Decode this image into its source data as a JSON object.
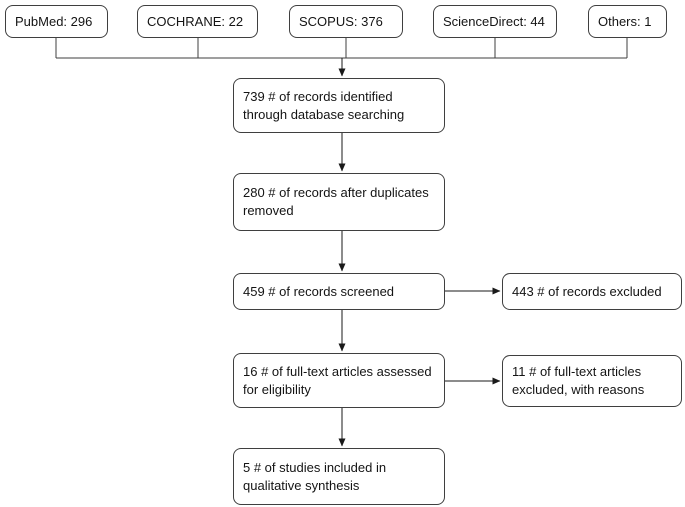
{
  "sources": [
    {
      "label": "PubMed: 296"
    },
    {
      "label": "COCHRANE: 22"
    },
    {
      "label": "SCOPUS: 376"
    },
    {
      "label": "ScienceDirect: 44"
    },
    {
      "label": "Others: 1"
    }
  ],
  "flow": [
    {
      "label": "739 # of records identified through database searching"
    },
    {
      "label": "280 # of records after duplicates removed"
    },
    {
      "label": "459 # of records screened"
    },
    {
      "label": "16 # of full-text articles assessed for eligibility"
    },
    {
      "label": "5 # of studies included in qualitative synthesis"
    }
  ],
  "exclusions": [
    {
      "label": "443 # of records excluded"
    },
    {
      "label": "11 # of full-text articles excluded, with reasons"
    }
  ],
  "colors": {
    "border": "#3f3f3f",
    "text": "#141414",
    "arrow": "#1a1a1a",
    "background": "#ffffff"
  }
}
